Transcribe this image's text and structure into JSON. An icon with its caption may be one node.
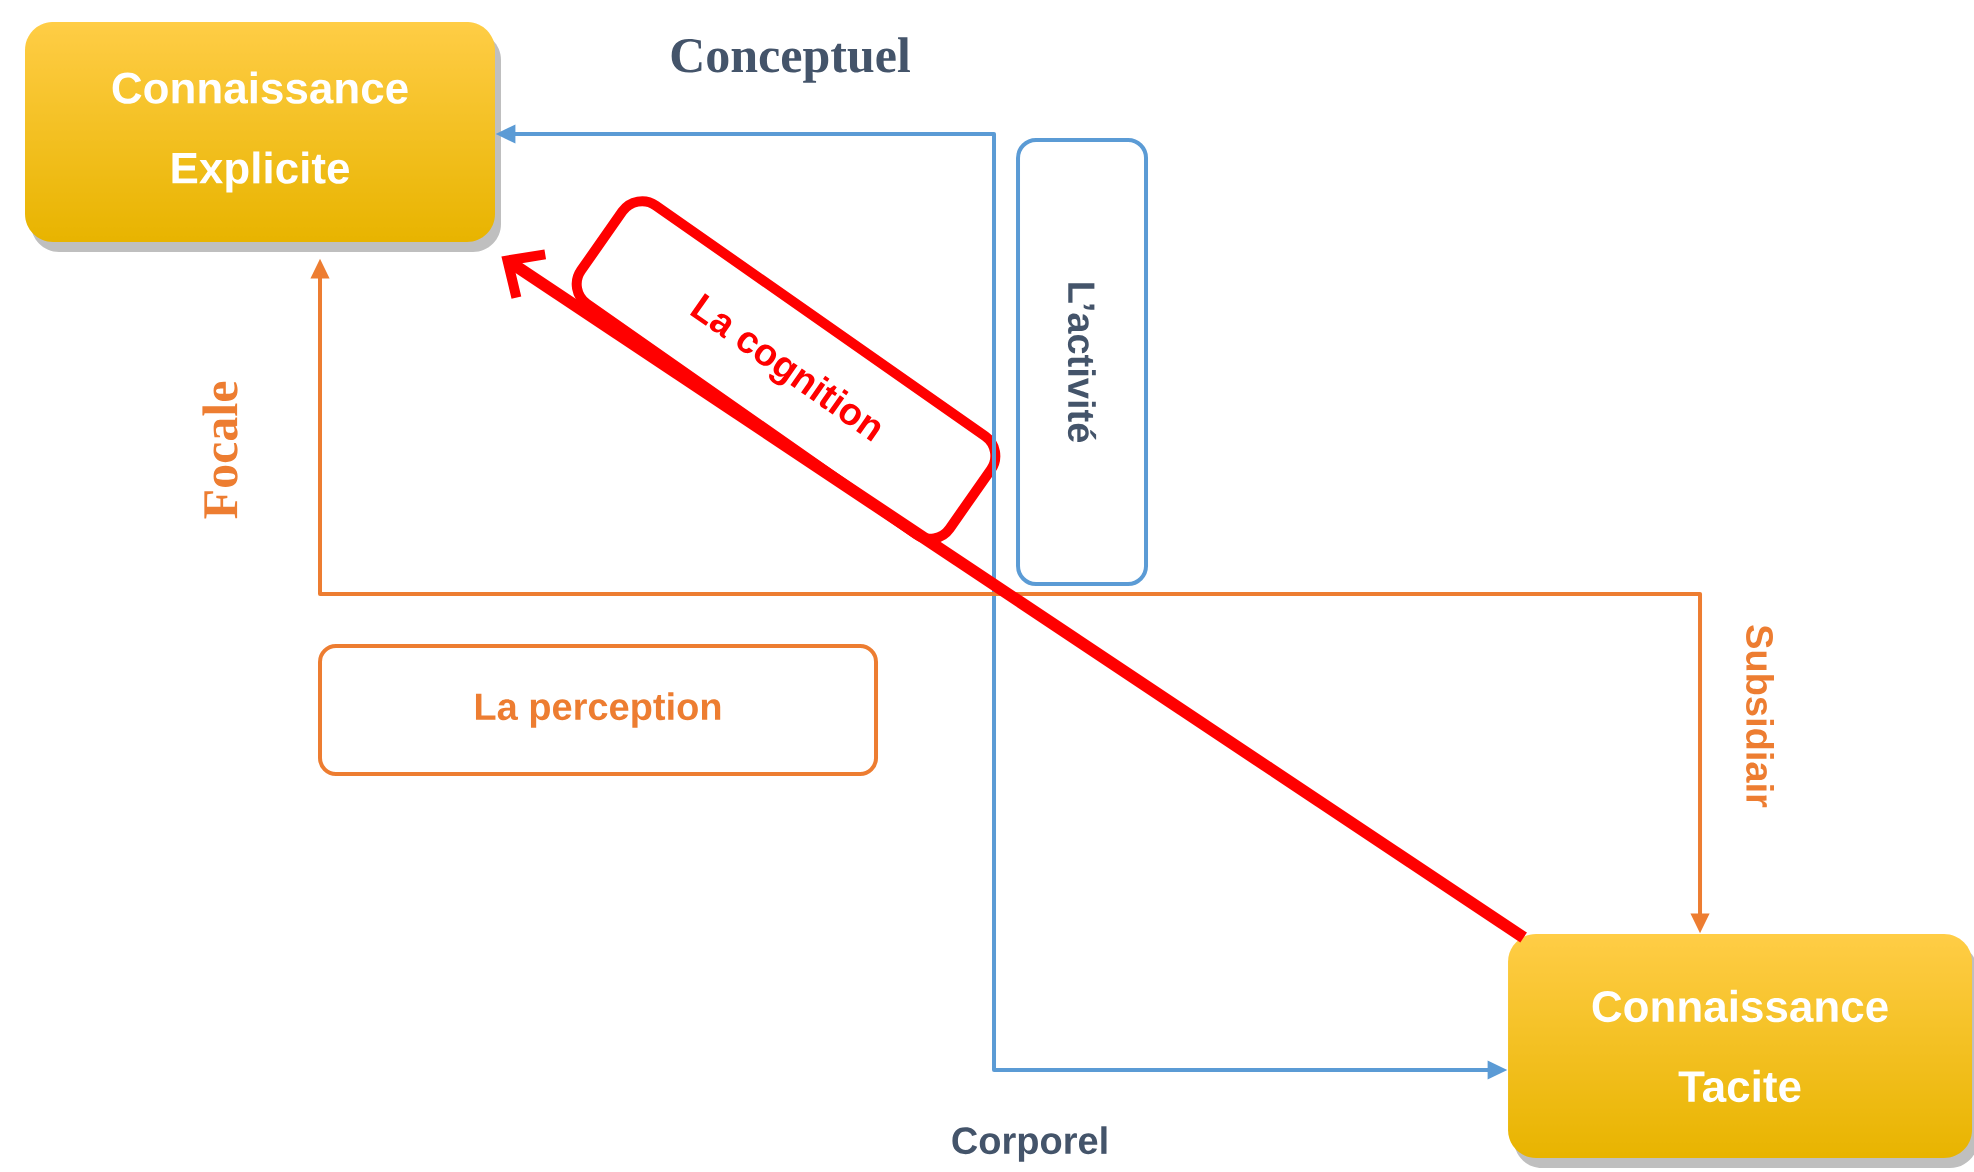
{
  "diagram": {
    "nodes": [
      {
        "text": [
          "Connaissance Explicite"
        ]
      },
      {
        "text": [
          "Connaissance Tacite"
        ]
      },
      {
        "text": [
          "La cognition"
        ]
      },
      {
        "text": [
          "L’activité"
        ]
      },
      {
        "text": [
          "La perception"
        ]
      }
    ],
    "edges": [
      {
        "from": 0,
        "to": 1,
        "arrow": "both",
        "color": "#5b9bd5"
      },
      {
        "from": 0,
        "to": 1,
        "arrow": "both",
        "color": "#ed7d31"
      },
      {
        "from": 1,
        "to": 0,
        "arrow": "to",
        "style": "thick",
        "color": "#ff0000"
      }
    ],
    "labels": [
      "Conceptuel",
      "Focale",
      "Subsidiair",
      "Corporel"
    ]
  }
}
